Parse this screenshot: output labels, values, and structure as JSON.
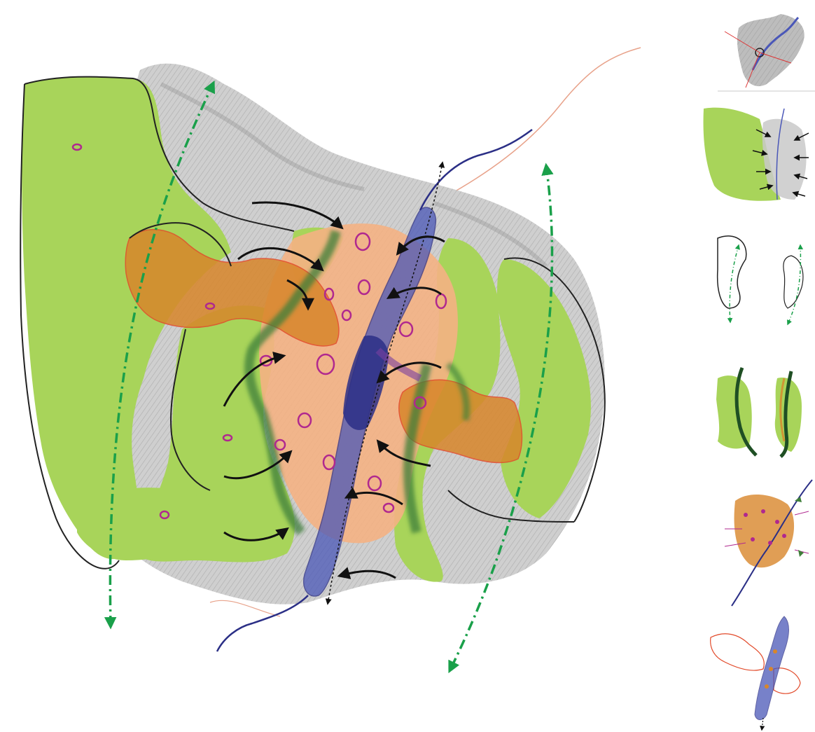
{
  "colors": {
    "background": "#ffffff",
    "terrain_gray": "#c9c9c9",
    "terrain_dark": "#9a9a9a",
    "vegetation_green": "#a8d45a",
    "dark_green_belt": "#3f7f3a",
    "urban_peach": "#f4b183",
    "orange_zone": "#d8862a",
    "red_outline": "#e24a2a",
    "river_blue": "#4a57b8",
    "river_dark": "#2b2f86",
    "magenta_settlement": "#b0288f",
    "arrow_black": "#111111",
    "axis_green": "#1aa04a",
    "boundary_black": "#222222"
  },
  "icons": {
    "arrows": "curved-arrow-icon",
    "axes": "double-headed-dash-dot-arrow-icon",
    "boundary": "boundary-line"
  },
  "thumbnails": [
    {
      "id": "thumb-terrain",
      "depicts": "terrain-relief"
    },
    {
      "id": "thumb-green-arrows",
      "depicts": "green-area-with-inward-arrows"
    },
    {
      "id": "thumb-outline-axes",
      "depicts": "outline-with-axes"
    },
    {
      "id": "thumb-green-belts",
      "depicts": "green-belts"
    },
    {
      "id": "thumb-urban-nodes",
      "depicts": "urban-nodes"
    },
    {
      "id": "thumb-river-corridor",
      "depicts": "river-corridor"
    }
  ]
}
